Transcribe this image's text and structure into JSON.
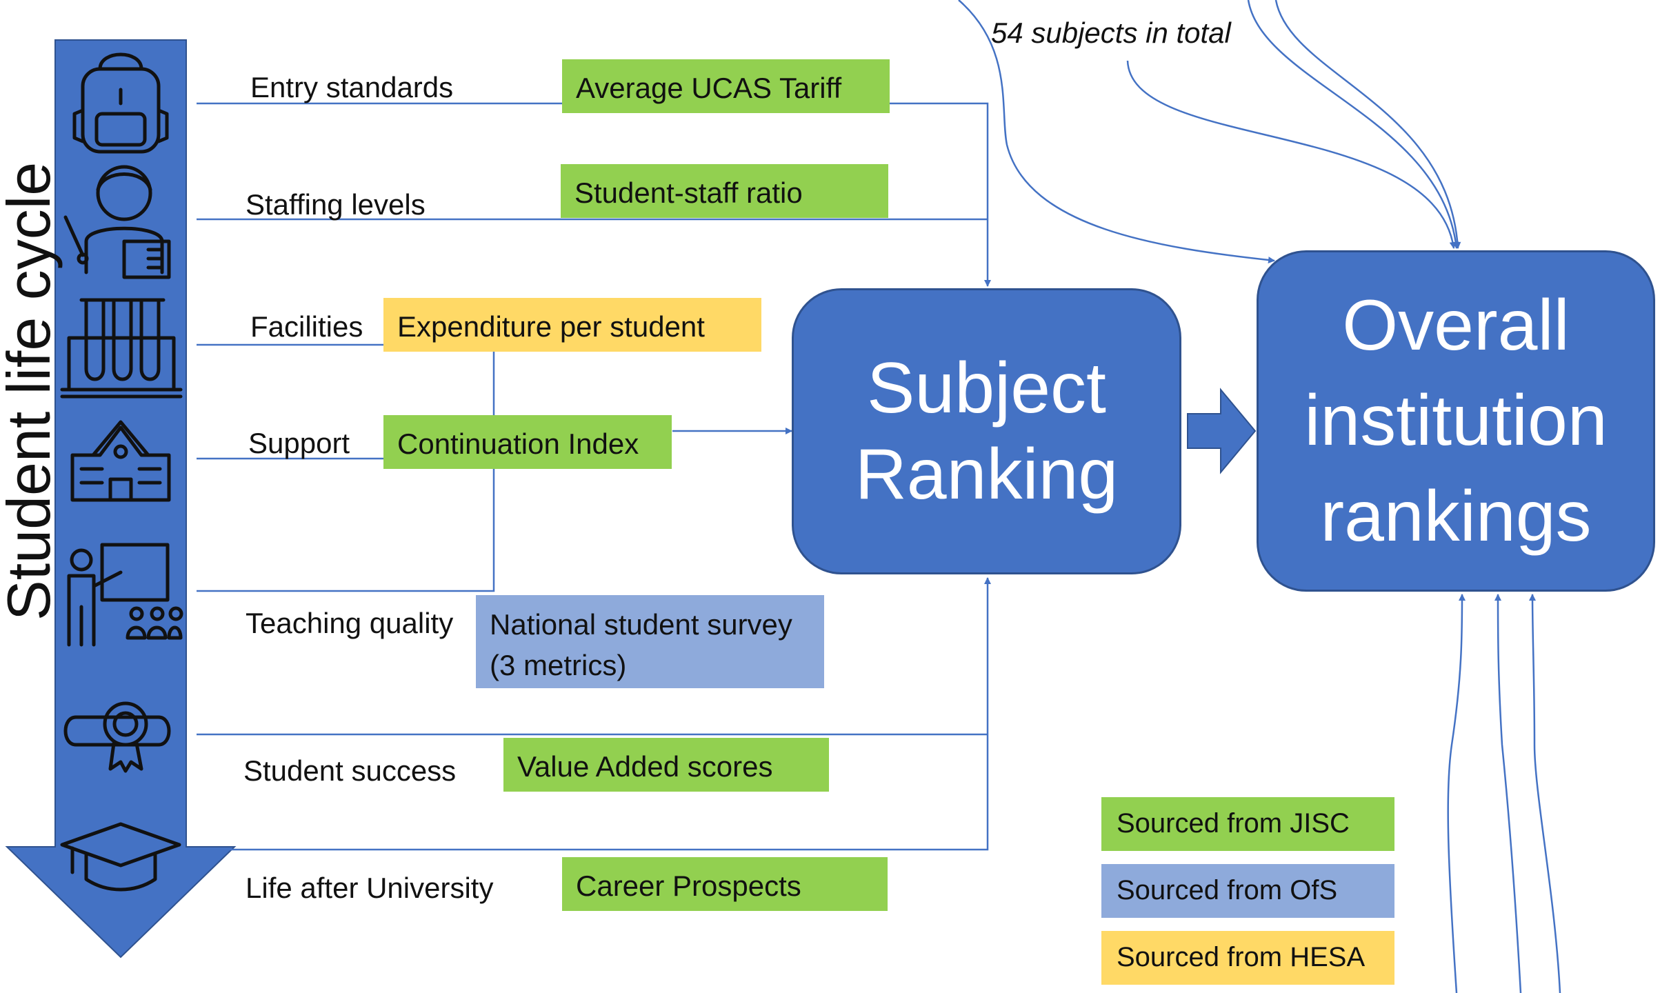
{
  "lifecycle": {
    "title": "Student life cycle",
    "stages": [
      {
        "label": "Entry standards",
        "icon": "backpack-icon"
      },
      {
        "label": "Staffing levels",
        "icon": "teacher-with-book-icon"
      },
      {
        "label": "Facilities",
        "icon": "test-tubes-icon"
      },
      {
        "label": "Support",
        "icon": "school-building-icon"
      },
      {
        "label": "Teaching quality",
        "icon": "lecture-presentation-icon"
      },
      {
        "label": "Student success",
        "icon": "diploma-scroll-icon"
      },
      {
        "label": "Life after University",
        "icon": "graduation-cap-icon"
      }
    ]
  },
  "metrics": [
    {
      "label": "Average UCAS Tariff",
      "source": "JISC"
    },
    {
      "label": "Student-staff ratio",
      "source": "JISC"
    },
    {
      "label": "Expenditure per student",
      "source": "HESA"
    },
    {
      "label": "Continuation Index",
      "source": "JISC"
    },
    {
      "label": "National student survey",
      "label2": "(3 metrics)",
      "source": "OfS"
    },
    {
      "label": "Value Added scores",
      "source": "JISC"
    },
    {
      "label": "Career Prospects",
      "source": "JISC"
    }
  ],
  "subject_ranking": {
    "line1": "Subject",
    "line2": "Ranking"
  },
  "overall": {
    "line1": "Overall",
    "line2": "institution",
    "line3": "rankings"
  },
  "note": "54 subjects in total",
  "legend": [
    {
      "label": "Sourced from JISC",
      "color": "#92d050"
    },
    {
      "label": "Sourced from OfS",
      "color": "#8eaadb"
    },
    {
      "label": "Sourced from HESA",
      "color": "#ffd966"
    }
  ],
  "colors": {
    "accent": "#4472c4",
    "line": "#4472c4",
    "green": "#92d050",
    "yellow": "#ffd966",
    "lavender": "#8eaadb"
  }
}
